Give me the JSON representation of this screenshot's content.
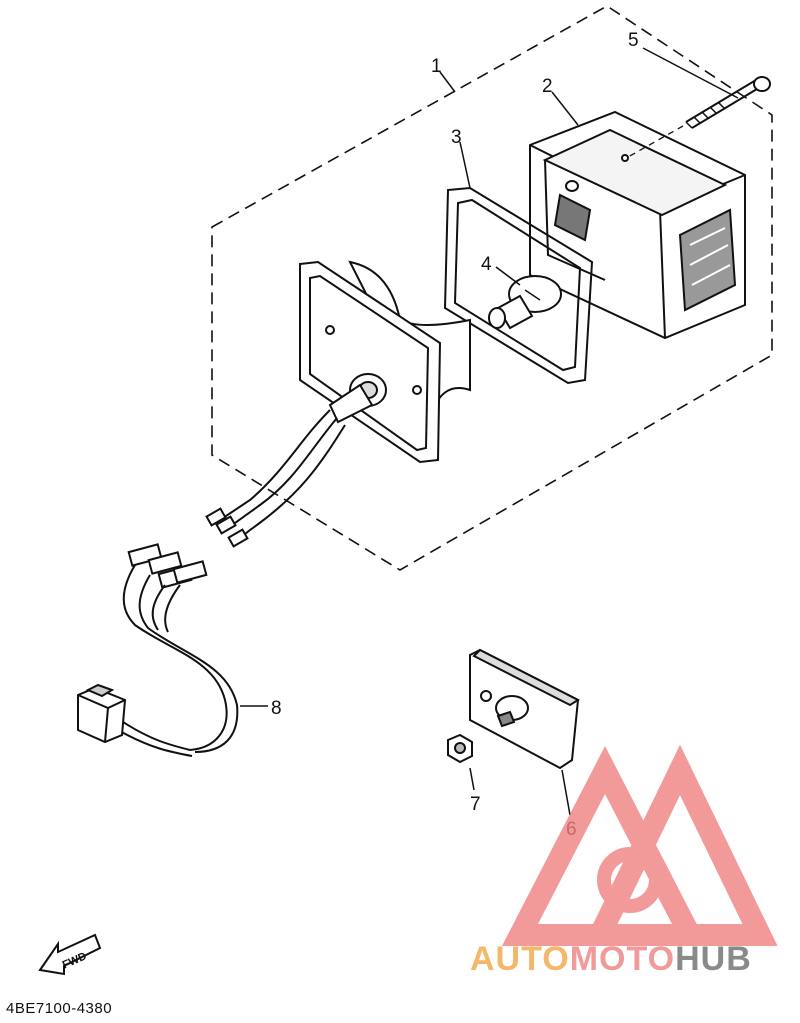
{
  "callouts": [
    {
      "id": "1",
      "label": "1"
    },
    {
      "id": "2",
      "label": "2"
    },
    {
      "id": "3",
      "label": "3"
    },
    {
      "id": "4",
      "label": "4"
    },
    {
      "id": "5",
      "label": "5"
    },
    {
      "id": "6",
      "label": "6"
    },
    {
      "id": "7",
      "label": "7"
    },
    {
      "id": "8",
      "label": "8"
    }
  ],
  "fwd_label": "FWD",
  "part_code": "4BE7100-4380",
  "watermark": {
    "part_a": "AUTO",
    "part_b": "MOTO",
    "part_c": "HUB",
    "colors": {
      "auto": "#f5b76a",
      "moto": "#f19a9a",
      "hub": "#8a8a8a",
      "logo": "#f08080"
    }
  }
}
